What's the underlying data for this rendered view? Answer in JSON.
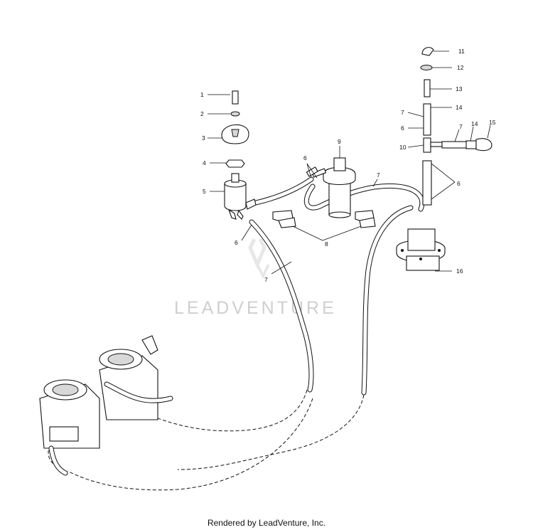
{
  "diagram": {
    "watermark": "LEADVENTURE",
    "footer": "Rendered by LeadVenture, Inc.",
    "callouts": {
      "c1": "1",
      "c2": "2",
      "c3": "3",
      "c4": "4",
      "c5": "5",
      "c6a": "6",
      "c6b": "6",
      "c6c": "6",
      "c6d": "6",
      "c7a": "7",
      "c7b": "7",
      "c7c": "7",
      "c7d": "7",
      "c8": "8",
      "c9": "9",
      "c10": "10",
      "c11": "11",
      "c12": "12",
      "c13": "13",
      "c14a": "14",
      "c14b": "14",
      "c15": "15",
      "c16": "16"
    }
  }
}
